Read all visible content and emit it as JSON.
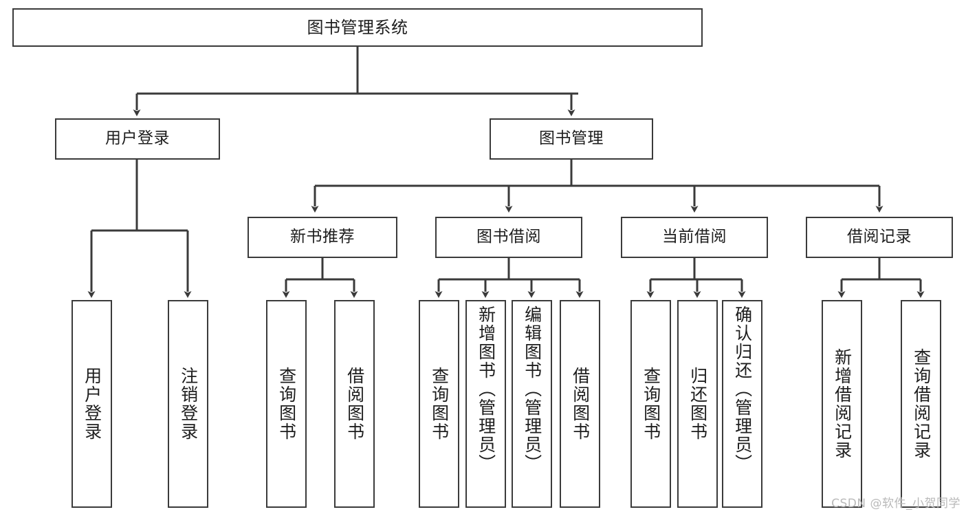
{
  "diagram": {
    "type": "tree-hierarchy",
    "title": "图书管理系统",
    "orientation": "top-down",
    "edge_color": "#3a3a3a",
    "box_border_color": "#3a3a3a",
    "background_color": "#ffffff",
    "root": {
      "label": "图书管理系统",
      "id": "root"
    },
    "level2": [
      {
        "id": "user-login",
        "label": "用户登录"
      },
      {
        "id": "book-manage",
        "label": "图书管理"
      }
    ],
    "level3": [
      {
        "id": "new-book-recommend",
        "label": "新书推荐",
        "parent": "book-manage"
      },
      {
        "id": "book-borrow",
        "label": "图书借阅",
        "parent": "book-manage"
      },
      {
        "id": "current-borrow",
        "label": "当前借阅",
        "parent": "book-manage"
      },
      {
        "id": "borrow-record",
        "label": "借阅记录",
        "parent": "book-manage"
      }
    ],
    "leaves": {
      "user-login": [
        {
          "id": "leaf-user-login",
          "label": "用户登录"
        },
        {
          "id": "leaf-user-logout",
          "label": "注销登录"
        }
      ],
      "new-book-recommend": [
        {
          "id": "leaf-query-book-1",
          "label": "查询图书"
        },
        {
          "id": "leaf-borrow-book-1",
          "label": "借阅图书"
        }
      ],
      "book-borrow": [
        {
          "id": "leaf-query-book-2",
          "label": "查询图书"
        },
        {
          "id": "leaf-add-book",
          "label": "新增图书（管理员）"
        },
        {
          "id": "leaf-edit-book",
          "label": "编辑图书（管理员）"
        },
        {
          "id": "leaf-borrow-book-2",
          "label": "借阅图书"
        }
      ],
      "current-borrow": [
        {
          "id": "leaf-query-book-3",
          "label": "查询图书"
        },
        {
          "id": "leaf-return-book",
          "label": "归还图书"
        },
        {
          "id": "leaf-confirm-return",
          "label": "确认归还（管理员）"
        }
      ],
      "borrow-record": [
        {
          "id": "leaf-add-record",
          "label": "新增借阅记录"
        },
        {
          "id": "leaf-query-record",
          "label": "查询借阅记录"
        }
      ]
    }
  },
  "watermark": {
    "text": "CSDN @软件_小贺同学"
  }
}
